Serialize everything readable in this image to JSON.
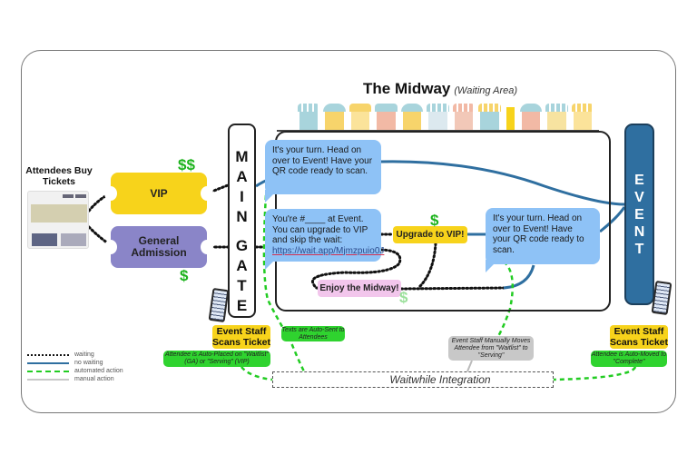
{
  "title": {
    "main": "The Midway",
    "sub": "(Waiting Area)"
  },
  "buy": {
    "label": "Attendees Buy Tickets"
  },
  "tickets": {
    "vip": "VIP",
    "ga": "General Admission",
    "vip_price": "$$",
    "ga_price": "$"
  },
  "gate": {
    "letters1": [
      "M",
      "A",
      "I",
      "N"
    ],
    "letters2": [
      "G",
      "A",
      "T",
      "E"
    ]
  },
  "event": {
    "letters": [
      "E",
      "V",
      "E",
      "N",
      "T"
    ]
  },
  "bubbles": {
    "vip_turn": "It's your turn.  Head on over to Event! Have your QR code ready to scan.",
    "ga_wait_pre": "You're #____ at Event. You can upgrade to VIP and skip the wait: ",
    "ga_wait_link": "https://wait.app/Mjmzpuio0J",
    "ga_turn": "It's your turn.  Head on over to Event! Have your QR code ready to scan."
  },
  "upgrade": {
    "label": "Upgrade to VIP!",
    "price": "$"
  },
  "enjoy": {
    "label": "Enjoy the Midway!",
    "price": "$"
  },
  "staff": {
    "entry": "Event Staff Scans Ticket",
    "exit": "Event Staff Scans Ticket"
  },
  "notes": {
    "auto_placed": "Attendee is Auto-Placed on \"Waitlist\" (GA) or \"Serving\" (VIP)",
    "texts_sent": "Texts are Auto-Sent to Attendees",
    "manual_move": "Event Staff Manually Moves Attendee from \"Waitlist\" to \"Serving\"",
    "auto_moved": "Attendee is Auto-Moved to \"Complete\""
  },
  "integration": {
    "label": "Waitwhile Integration"
  },
  "legend": [
    {
      "label": "waiting",
      "style": "dotted",
      "color": "#111111"
    },
    {
      "label": "no waiting",
      "style": "solid",
      "color": "#2f6fa0"
    },
    {
      "label": "automated action",
      "style": "dashed",
      "color": "#22cc22"
    },
    {
      "label": "manual action",
      "style": "solid",
      "color": "#c8c8c8"
    }
  ],
  "colors": {
    "vip": "#f7d31b",
    "ga": "#8a85c8",
    "bubble": "#8ec2f6",
    "event": "#2f6fa0",
    "auto": "#2fd32f",
    "manual": "#c8c8c8",
    "enjoy": "#f2c6ec"
  }
}
